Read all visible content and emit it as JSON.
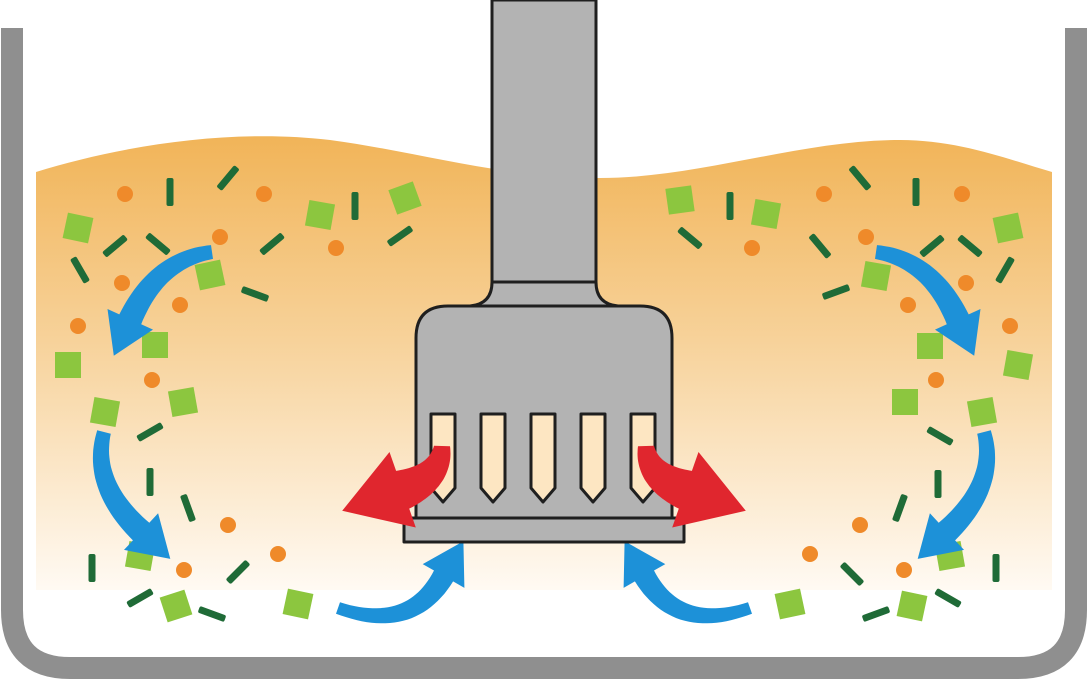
{
  "title": "",
  "colors": {
    "container": "#8f8f8f",
    "liquid_top": "#f1b458",
    "liquid_bottom": "#fffaf3",
    "mixer_body": "#b3b3b3",
    "mixer_outline": "#1f1f1f",
    "slot_fill": "#fde6c2",
    "outflow_arrow": "#e0262e",
    "circulation_arrow": "#1d91d8",
    "green_square": "#8cc63f",
    "dark_dash": "#1f6b37",
    "orange_dot": "#ef8a2a"
  },
  "icons": {
    "mixer": "rotor-stator-mixer-head-icon",
    "outflow": "red-curved-arrow-icon",
    "circulation": "blue-curved-arrow-icon",
    "particles": [
      "green-square-particle",
      "dark-dash-particle",
      "orange-dot-particle"
    ]
  }
}
